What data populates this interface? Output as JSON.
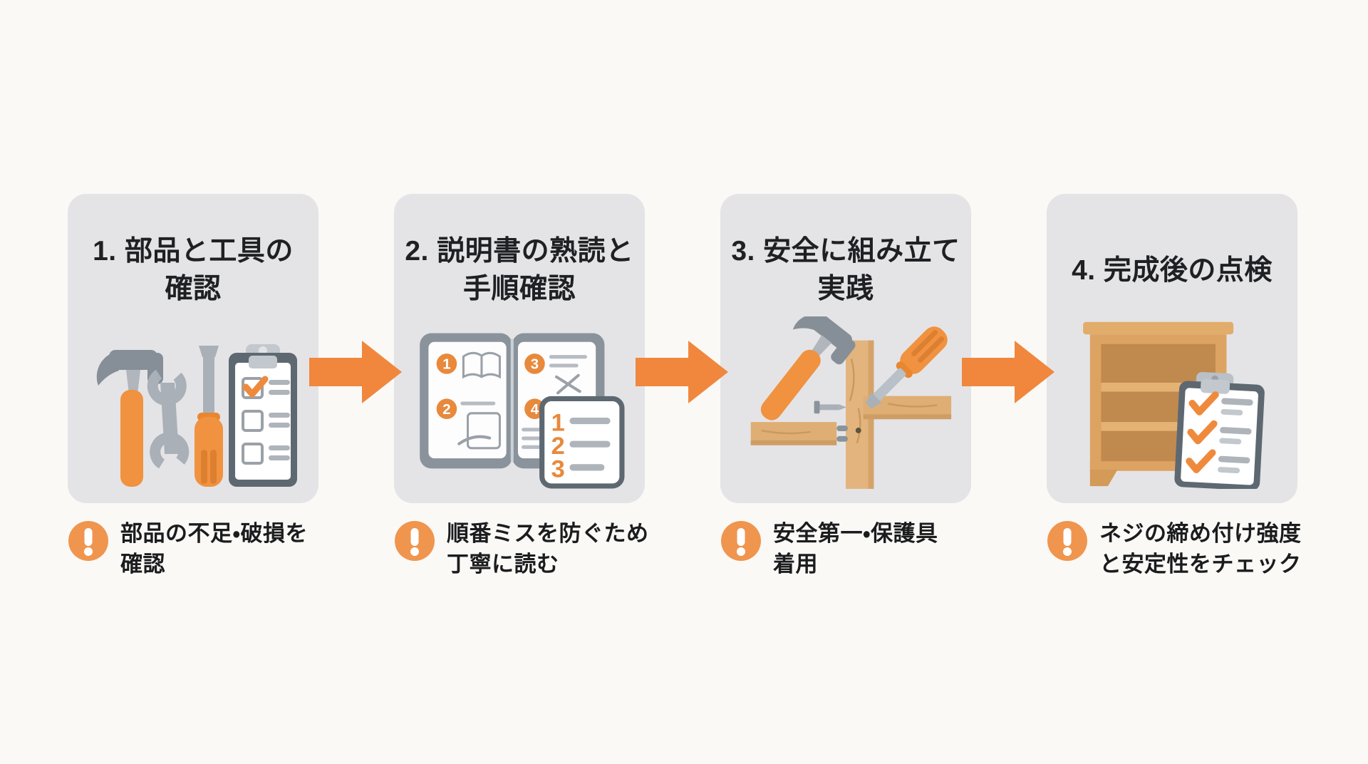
{
  "infographic": {
    "language": "ja",
    "colors": {
      "background": "#FAF9F6",
      "card_background": "#E4E4E7",
      "accent_orange": "#F0873C",
      "tool_handle_orange": "#F0923F",
      "warning_icon_orange": "#F0954E",
      "title_text": "#1F2023",
      "note_text": "#1B1C1E",
      "tool_gray": "#A9B0B7",
      "wood_tan": "#DFAE74",
      "clipboard_slate": "#5E6871"
    },
    "steps": [
      {
        "id": "1",
        "title_line1": "1. 部品と工具の",
        "title_line2": "確認",
        "icon": "tools-and-checklist-icon",
        "note_line1": "部品の不足・破損を",
        "note_line2": "確認"
      },
      {
        "id": "2",
        "title_line1": "2. 説明書の熟読と",
        "title_line2": "手順確認",
        "icon": "instruction-manual-icon",
        "manual_markers": [
          "1",
          "2",
          "3",
          "4"
        ],
        "card_numbers": [
          "1",
          "2",
          "3"
        ],
        "note_line1": "順番ミスを防ぐため",
        "note_line2": "丁寧に読む"
      },
      {
        "id": "3",
        "title_line1": "3. 安全に組み立て",
        "title_line2": "実践",
        "icon": "safe-assembly-icon",
        "note_line1": "安全第一・保護具",
        "note_line2": "着用"
      },
      {
        "id": "4",
        "title_line1": "4. 完成後の点検",
        "title_line2": "",
        "icon": "finished-shelf-inspection-icon",
        "note_line1": "ネジの締め付け強度",
        "note_line2": "と安定性をチェック"
      }
    ],
    "connectors": [
      "arrow-right-icon",
      "arrow-right-icon",
      "arrow-right-icon"
    ]
  }
}
